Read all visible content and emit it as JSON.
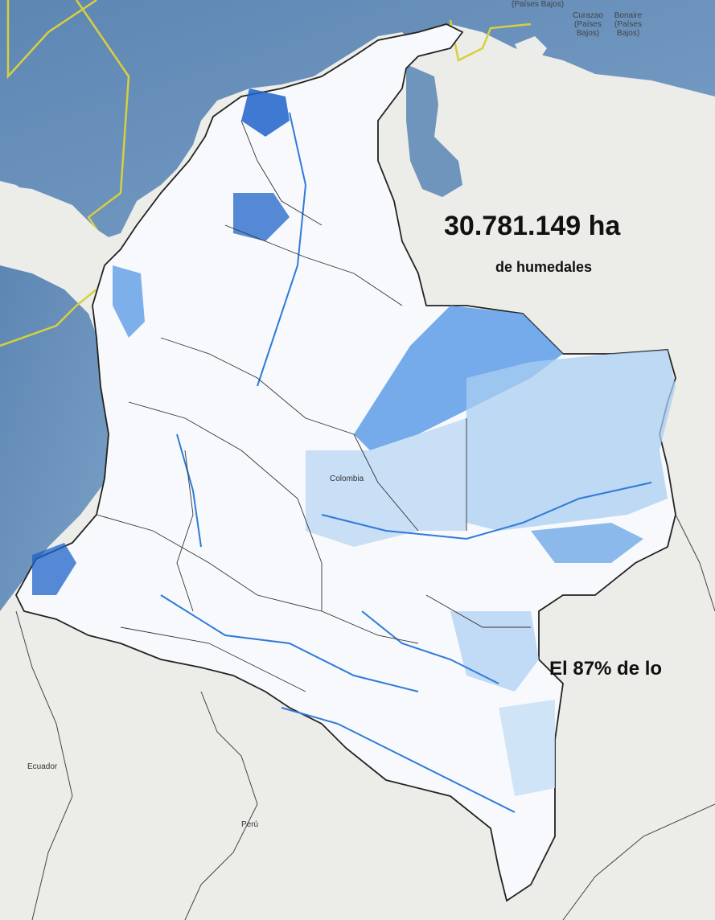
{
  "map": {
    "region": "Colombia",
    "colors": {
      "ocean": "#6f95bd",
      "land": "#ecece8",
      "colombia_land": "#f7f9fc",
      "wetland_light": "#a9cdf2",
      "wetland_mid": "#5e9ee6",
      "wetland_dark": "#1f63c9",
      "border": "#222222",
      "maritime_boundary": "#d8cf3e"
    },
    "labels": {
      "colombia": "Colombia",
      "ecuador": "Ecuador",
      "peru": "Perú",
      "paises_bajos_1": "(Países Bajos)",
      "curazao": "Curazao (Países Bajos)",
      "bonaire": "Bonaire (Países Bajos)"
    }
  },
  "stats": {
    "total_area": "30.781.149 ha",
    "total_area_caption": "de humedales",
    "footnote": "El 87% de lo"
  }
}
